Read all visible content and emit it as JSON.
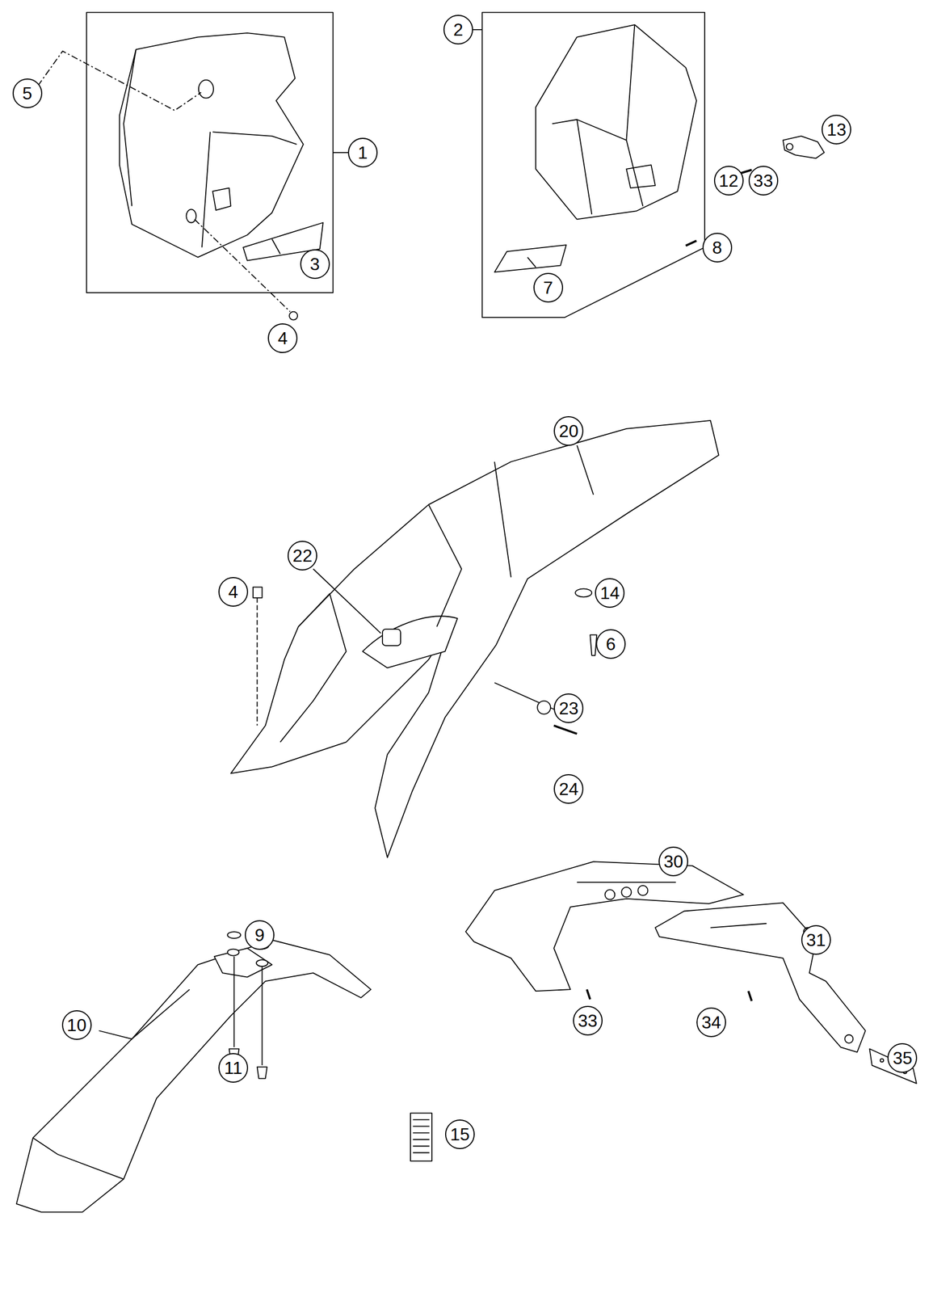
{
  "diagram": {
    "labels": [
      "5",
      "1",
      "3",
      "4",
      "2",
      "13",
      "12",
      "33",
      "8",
      "7",
      "20",
      "22",
      "14",
      "4",
      "6",
      "23",
      "24",
      "30",
      "9",
      "31",
      "10",
      "33",
      "34",
      "35",
      "11",
      "15"
    ]
  }
}
